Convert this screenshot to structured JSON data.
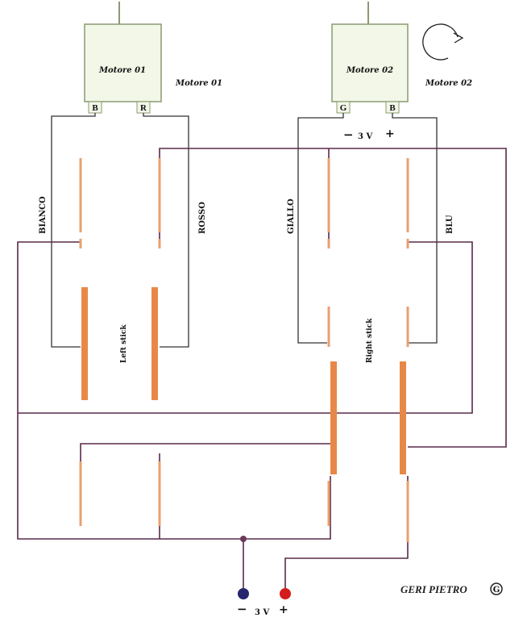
{
  "motors": [
    {
      "label": "Motore 01",
      "side_label": "Motore 01",
      "pin_left": "B",
      "pin_right": "R"
    },
    {
      "label": "Motore 02",
      "side_label": "Motore 02",
      "pin_left": "G",
      "pin_right": "B"
    }
  ],
  "wire_labels": {
    "bianco": "BIANCO",
    "rosso": "ROSSO",
    "giallo": "GIALLO",
    "blu": "BLU"
  },
  "sticks": {
    "left": "Left stick",
    "right": "Right stick"
  },
  "motor_supply": {
    "minus": "−",
    "voltage": "3 V",
    "plus": "+"
  },
  "main_supply": {
    "minus": "−",
    "voltage": "3 V",
    "plus": "+"
  },
  "signature": {
    "name": "GERI  PIETRO",
    "logo": "G"
  },
  "icons": {
    "rotation": "rotation-arrow-icon"
  },
  "colors": {
    "wire_dark": "#333333",
    "wire_purple": "#5a2a4a",
    "contact_copper": "#e8a070",
    "contact_strip": "#e88848",
    "motor_box": "#f2f7e8",
    "motor_border": "#8a9a70",
    "node_purple": "#6a3a5a",
    "terminal_blue": "#26266e",
    "terminal_red": "#d41c1c"
  }
}
